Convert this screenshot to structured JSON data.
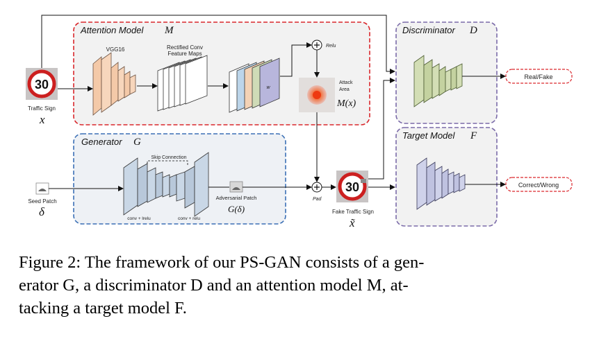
{
  "figure": {
    "attention": {
      "title": "Attention Model",
      "symbol": "M"
    },
    "generator": {
      "title": "Generator",
      "symbol": "G"
    },
    "discriminator": {
      "title": "Discriminator",
      "symbol": "D"
    },
    "target": {
      "title": "Target Model",
      "symbol": "F"
    },
    "vgg": "VGG16",
    "rect_line1": "Rectified Conv",
    "rect_line2": "Feature Maps",
    "w_label": "w",
    "relu": "Relu",
    "attack_line1": "Attack",
    "attack_line2": "Area",
    "attack_symbol": "M(x)",
    "traffic_sign": "Traffic Sign",
    "x_symbol": "x",
    "sign_number": "30",
    "seed_patch": "Seed Patch",
    "delta_symbol": "δ",
    "skip": "Skip Connection",
    "conv_lrelu": "conv + lrelu",
    "conv_relu": "conv + relu",
    "adv_patch": "Adversarial Patch",
    "g_delta": "G(δ)",
    "pad": "Pad",
    "fake_sign": "Fake Traffic Sign",
    "x_tilde": "x̃",
    "real_fake": "Real/Fake",
    "correct_wrong": "Correct/Wrong",
    "colors": {
      "red": "#d9262b",
      "blue": "#3a6fb5",
      "purple": "#7a6aa8"
    }
  },
  "caption": {
    "line1": "Figure 2: The framework of our PS-GAN consists of a gen-",
    "line2": "erator G, a discriminator D and an attention model M, at-",
    "line3": "tacking a target model F."
  }
}
